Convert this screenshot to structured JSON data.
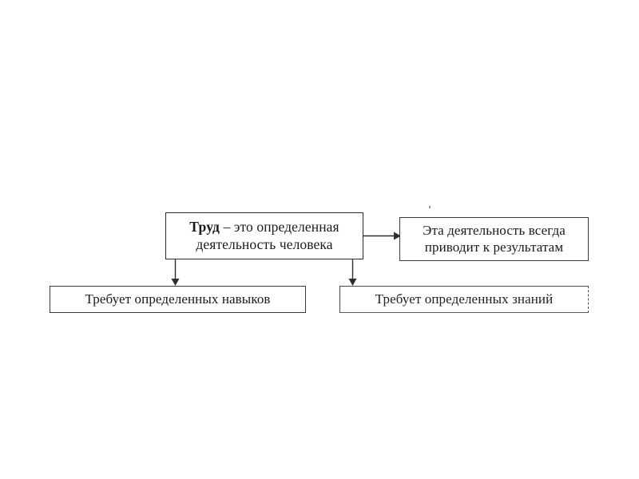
{
  "document": {
    "title": "Труд — схема",
    "language": "ru",
    "background_color": "#ffffff",
    "ink_color": "#2f2f2f"
  },
  "diagram": {
    "type": "flowchart",
    "orientation": "top-down-and-left-right",
    "nodes": [
      {
        "id": "definition",
        "role": "root-definition",
        "lead": "Труд",
        "lead_style": "bold",
        "line1_rest": " – это определенная",
        "line2": "деятельность человека",
        "full_text": "Труд – это определенная деятельность человека"
      },
      {
        "id": "result",
        "role": "consequence",
        "line1": "Эта деятельность всегда",
        "line2": "приводит к результатам",
        "full_text": "Эта деятельность всегда приводит к результатам"
      },
      {
        "id": "skills",
        "role": "requirement",
        "line1": "Требует определенных навыков",
        "full_text": "Требует определенных навыков"
      },
      {
        "id": "knowledge",
        "role": "requirement",
        "line1": "Требует определенных знаний",
        "full_text": "Требует определенных знаний"
      }
    ],
    "edges": [
      {
        "id": "definition-to-result",
        "from": "definition",
        "to": "result",
        "direction": "right",
        "arrowhead": "filled-triangle",
        "label": ""
      },
      {
        "id": "definition-to-skills",
        "from": "definition",
        "to": "skills",
        "direction": "down",
        "arrowhead": "filled-triangle",
        "label": ""
      },
      {
        "id": "definition-to-knowledge",
        "from": "definition",
        "to": "knowledge",
        "direction": "down",
        "arrowhead": "filled-triangle",
        "label": ""
      }
    ]
  }
}
